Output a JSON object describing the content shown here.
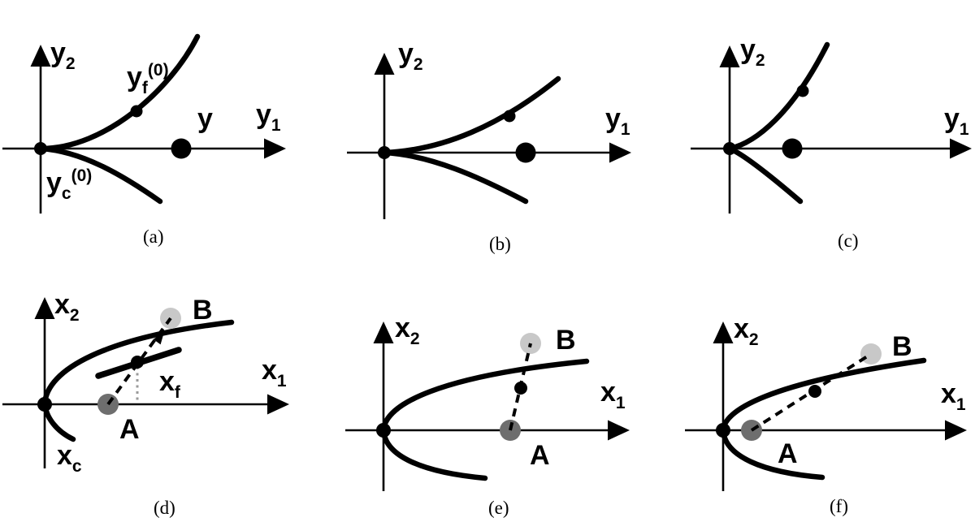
{
  "figure": {
    "colors": {
      "curve": "#000000",
      "point_a_fill": "#6e6e6e",
      "point_b_fill": "#c8c8c8",
      "foot_line": "#9a9a9a"
    },
    "panels": {
      "a": {
        "caption": "(a)",
        "v_axis": {
          "base": "y",
          "sub": "2"
        },
        "h_axis": {
          "base": "y",
          "sub": "1"
        },
        "upper_curve_label": {
          "base": "y",
          "sub": "f",
          "sup": "(0)"
        },
        "lower_curve_label": {
          "base": "y",
          "sub": "c",
          "sup": "(0)"
        },
        "point_label": "y"
      },
      "b": {
        "caption": "(b)",
        "v_axis": {
          "base": "y",
          "sub": "2"
        },
        "h_axis": {
          "base": "y",
          "sub": "1"
        }
      },
      "c": {
        "caption": "(c)",
        "v_axis": {
          "base": "y",
          "sub": "2"
        },
        "h_axis": {
          "base": "y",
          "sub": "1"
        }
      },
      "d": {
        "caption": "(d)",
        "v_axis": {
          "base": "x",
          "sub": "2"
        },
        "h_axis": {
          "base": "x",
          "sub": "1"
        },
        "lower_curve_label": {
          "base": "x",
          "sub": "c"
        },
        "foot_point_label": {
          "base": "x",
          "sub": "f"
        },
        "point_a_label": "A",
        "point_b_label": "B"
      },
      "e": {
        "caption": "(e)",
        "v_axis": {
          "base": "x",
          "sub": "2"
        },
        "h_axis": {
          "base": "x",
          "sub": "1"
        },
        "point_a_label": "A",
        "point_b_label": "B"
      },
      "f": {
        "caption": "(f)",
        "v_axis": {
          "base": "x",
          "sub": "2"
        },
        "h_axis": {
          "base": "x",
          "sub": "1"
        },
        "point_a_label": "A",
        "point_b_label": "B"
      }
    }
  }
}
